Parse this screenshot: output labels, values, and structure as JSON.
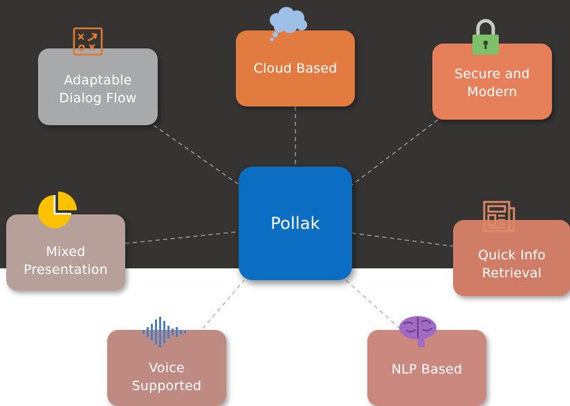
{
  "diagram": {
    "center": {
      "label": "Pollak",
      "color": "#0b6ec2"
    },
    "nodes": [
      {
        "id": "adaptable",
        "label": "Adaptable\nDialog Flow",
        "icon": "strategy-board-icon",
        "color": "#a7a9ab"
      },
      {
        "id": "cloud",
        "label": "Cloud Based",
        "icon": "cloud-icon",
        "color": "#e27b3f"
      },
      {
        "id": "secure",
        "label": "Secure and\nModern",
        "icon": "padlock-icon",
        "color": "#e5805a"
      },
      {
        "id": "mixed",
        "label": "Mixed\nPresentation",
        "icon": "pie-chart-icon",
        "color": "#b79f9a"
      },
      {
        "id": "quickinfo",
        "label": "Quick Info\nRetrieval",
        "icon": "newspaper-icon",
        "color": "#cf7d66"
      },
      {
        "id": "voice",
        "label": "Voice\nSupported",
        "icon": "sound-wave-icon",
        "color": "#bf8a82"
      },
      {
        "id": "nlp",
        "label": "NLP Based",
        "icon": "brain-icon",
        "color": "#cb887e"
      }
    ],
    "colors": {
      "dark_background": "#363432",
      "light_background": "#ffffff",
      "connector": "#a9a9a9",
      "strategy_icon": "#e0782f",
      "cloud_icon": "#9fc0e6",
      "padlock_body": "#7cc06a",
      "padlock_shackle": "#c8cbcc",
      "pie_icon": "#fcc200",
      "newspaper_icon": "#e08a67",
      "sound_wave_icon": "#4a7ec4",
      "brain_icon": "#a16ac3"
    }
  }
}
